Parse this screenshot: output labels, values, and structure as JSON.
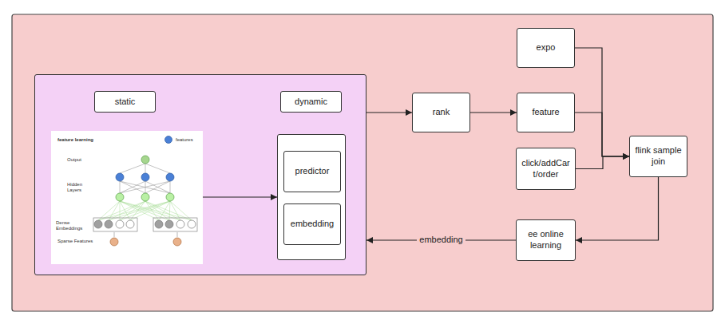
{
  "diagram": {
    "nodes": [
      {
        "text": []
      },
      {
        "text": [
          "static"
        ],
        "in": 0
      },
      {
        "text": [
          "dynamic"
        ],
        "in": 0
      },
      {
        "text": [
          "feature learning",
          "features",
          "Output",
          "Hidden Layers",
          "Dense Embeddings",
          "Sparse Features"
        ],
        "in": 0
      },
      {
        "text": [],
        "in": 0
      },
      {
        "text": [
          "predictor"
        ],
        "in": 4
      },
      {
        "text": [
          "embedding"
        ],
        "in": 4
      },
      {
        "text": [
          "rank"
        ]
      },
      {
        "text": [
          "expo"
        ]
      },
      {
        "text": [
          "feature"
        ]
      },
      {
        "text": [
          "click/addCart/order"
        ]
      },
      {
        "text": [
          "flink sample join"
        ]
      },
      {
        "text": [
          "ee online learning"
        ]
      }
    ],
    "edges": [
      {
        "from": 3,
        "to": 4,
        "arrow": "to"
      },
      {
        "from": 0,
        "to": 7,
        "arrow": "to"
      },
      {
        "from": 7,
        "to": 9,
        "arrow": "to"
      },
      {
        "from": 8,
        "to": 11,
        "arrow": "to"
      },
      {
        "from": 9,
        "to": 11,
        "arrow": "to"
      },
      {
        "from": 10,
        "to": 11,
        "arrow": "to"
      },
      {
        "from": 11,
        "to": 12,
        "arrow": "to"
      },
      {
        "from": 12,
        "to": 0,
        "label": "embedding",
        "arrow": "to"
      }
    ]
  }
}
